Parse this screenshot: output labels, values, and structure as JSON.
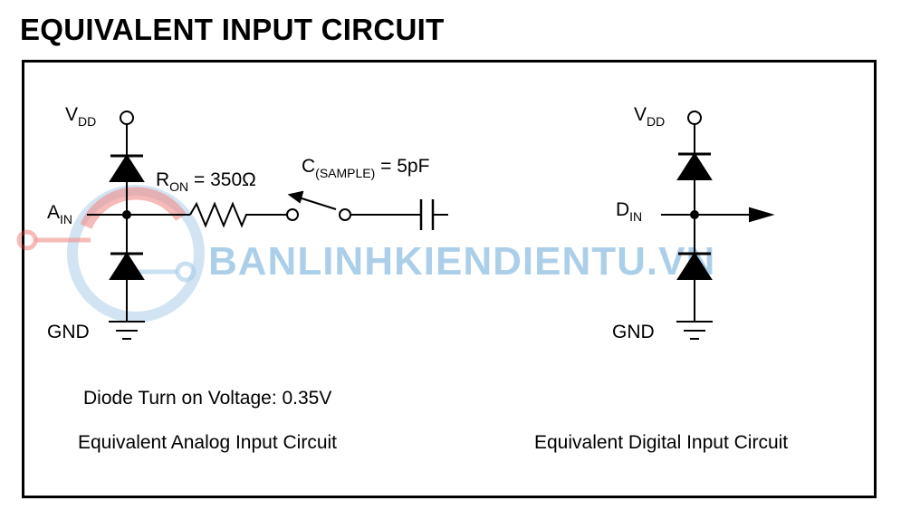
{
  "title": "EQUIVALENT INPUT CIRCUIT",
  "analog": {
    "vdd_main": "V",
    "vdd_sub": "DD",
    "ain_main": "A",
    "ain_sub": "IN",
    "gnd": "GND",
    "ron_main": "R",
    "ron_sub": "ON",
    "ron_value": " = 350Ω",
    "csample_main": "C",
    "csample_sub": "(SAMPLE)",
    "csample_value": " = 5pF",
    "diode_note": "Diode Turn on Voltage: 0.35V",
    "caption": "Equivalent Analog Input Circuit"
  },
  "digital": {
    "vdd_main": "V",
    "vdd_sub": "DD",
    "din_main": "D",
    "din_sub": "IN",
    "gnd": "GND",
    "caption": "Equivalent Digital Input Circuit"
  },
  "watermark": {
    "text": "BANLINHKIENDIENTU.VN",
    "color": "#6aa8d8",
    "accent_color": "#e8433a"
  }
}
